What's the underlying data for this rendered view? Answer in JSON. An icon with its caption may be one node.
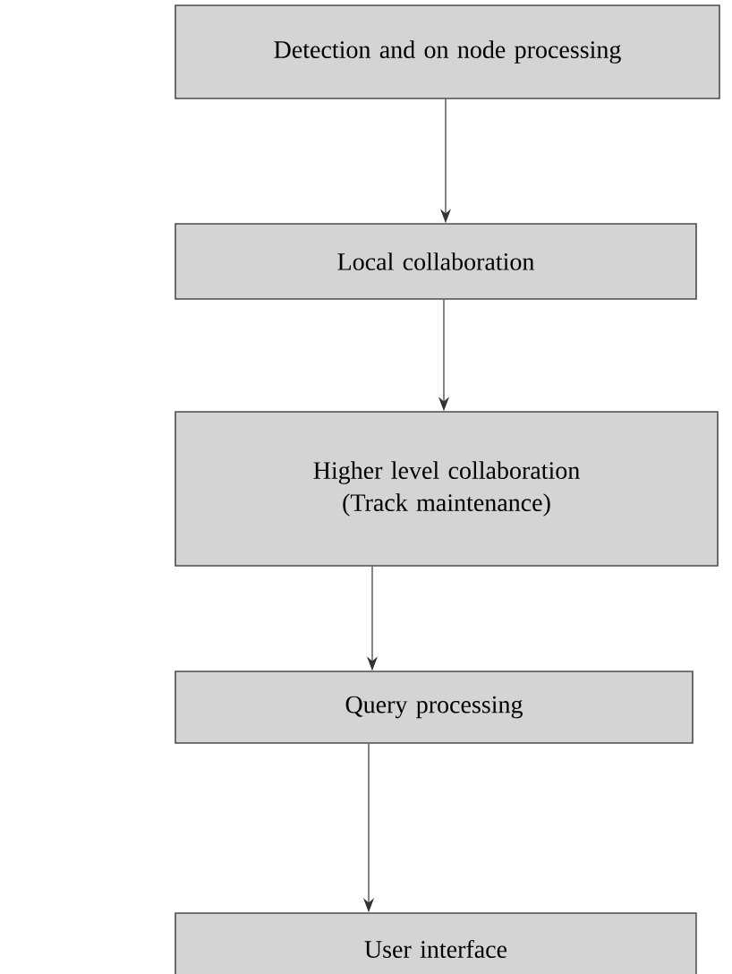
{
  "diagram": {
    "nodes": [
      {
        "text": [
          "Detection and on node processing"
        ]
      },
      {
        "text": [
          "Local collaboration"
        ]
      },
      {
        "text": [
          "Higher level collaboration (Track maintenance)"
        ]
      },
      {
        "text": [
          "Query processing"
        ]
      },
      {
        "text": [
          "User interface"
        ]
      }
    ],
    "edges": [
      {
        "from": 0,
        "to": 1,
        "arrow": "to"
      },
      {
        "from": 1,
        "to": 2,
        "arrow": "to"
      },
      {
        "from": 2,
        "to": 3,
        "arrow": "to"
      },
      {
        "from": 3,
        "to": 4,
        "arrow": "to"
      }
    ]
  }
}
